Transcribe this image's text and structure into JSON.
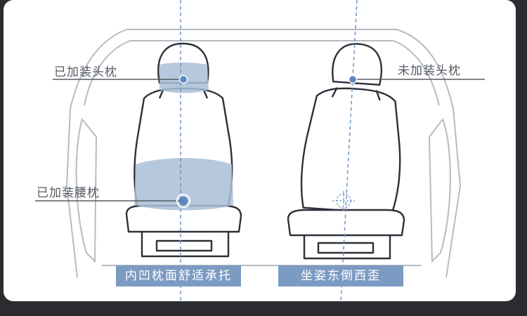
{
  "labels": {
    "left_headrest": "已加装头枕",
    "right_headrest": "未加装头枕",
    "left_lumbar": "已加装腰枕"
  },
  "captions": {
    "left": "内凹枕面舒适承托",
    "right": "坐姿东倒西歪"
  },
  "colors": {
    "pillow_fill": "#a9bed6",
    "caption_bg": "#7c9bc3",
    "outline": "#2d3038",
    "car_outline": "#b4b8bf",
    "axis_line": "#6f95c6",
    "marker": "#5d86bd"
  }
}
